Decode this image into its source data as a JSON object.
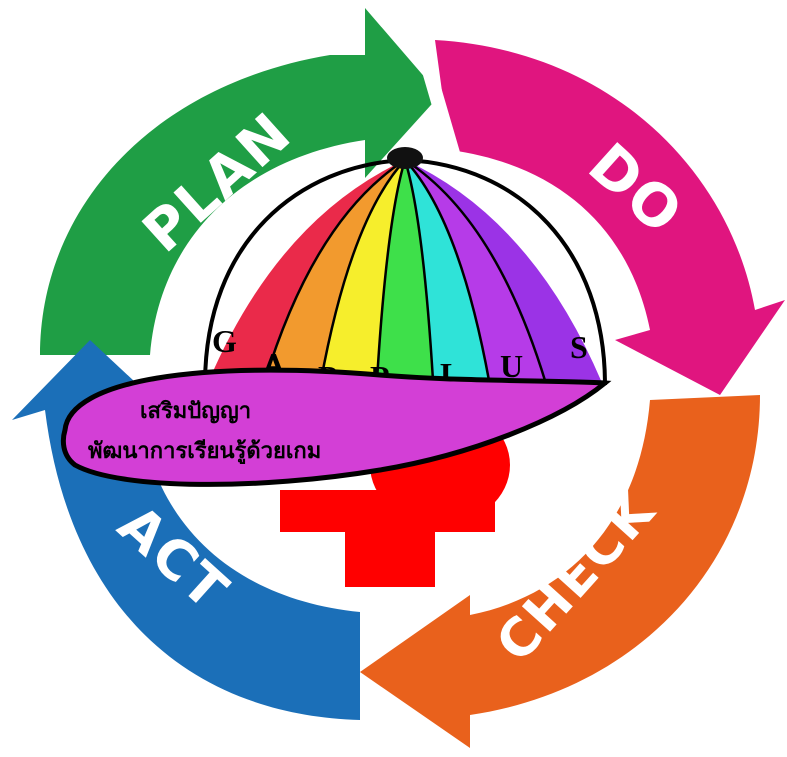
{
  "cycle": {
    "plan": {
      "label": "PLAN",
      "color": "#1f9e45"
    },
    "do": {
      "label": "DO",
      "color": "#e0157f"
    },
    "check": {
      "label": "CHECK",
      "color": "#e9611c"
    },
    "act": {
      "label": "ACT",
      "color": "#1b6fb8"
    }
  },
  "cap": {
    "letters": [
      "G",
      "A",
      "P",
      "P",
      "L",
      "U",
      "S"
    ],
    "panel_colors": [
      "#ea2a4a",
      "#f29a2e",
      "#f6ee2c",
      "#3ee04a",
      "#2fe3d8",
      "#b63be8",
      "#9b33e6"
    ],
    "brim_color": "#d33fd6",
    "brim_line1": "เสริมปัญญา",
    "brim_line2": "พัฒนาการเรียนรู้ด้วยเกม",
    "stand_color": "#ff0000"
  }
}
